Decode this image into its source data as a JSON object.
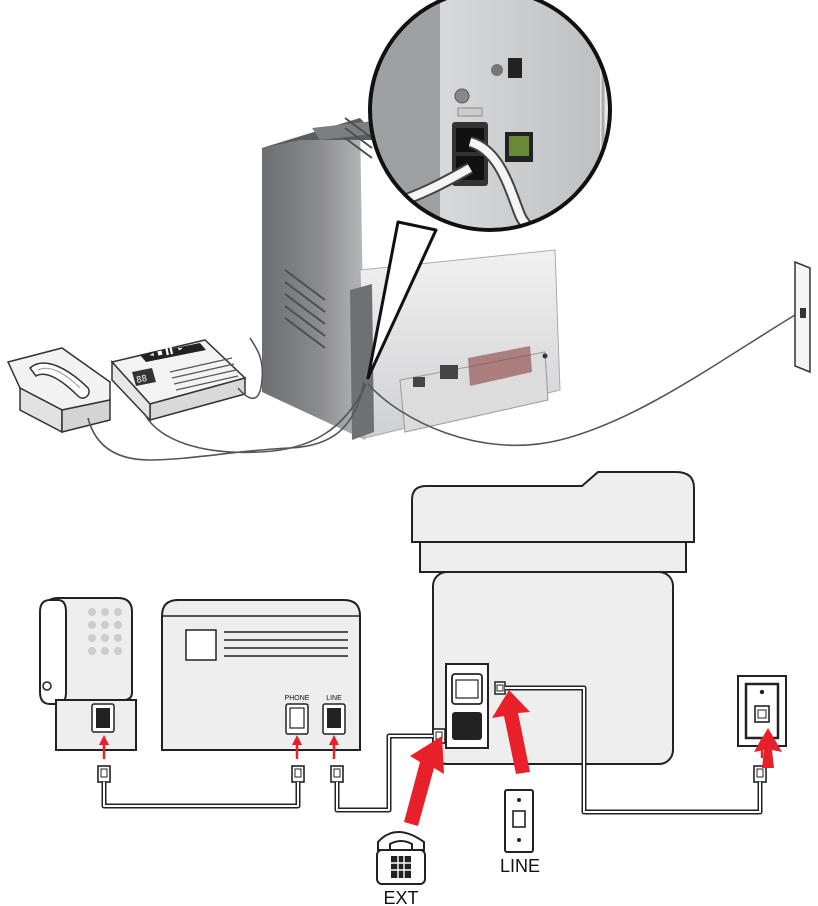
{
  "answering_machine": {
    "label_phone": "PHONE",
    "label_line": "LINE",
    "display_text": "88"
  },
  "icons": {
    "ext_label": "EXT",
    "line_label": "LINE"
  },
  "colors": {
    "arrow": "#e8202a",
    "device_fill": "#eeeeee",
    "device_stroke": "#222222",
    "cable": "#222222"
  }
}
